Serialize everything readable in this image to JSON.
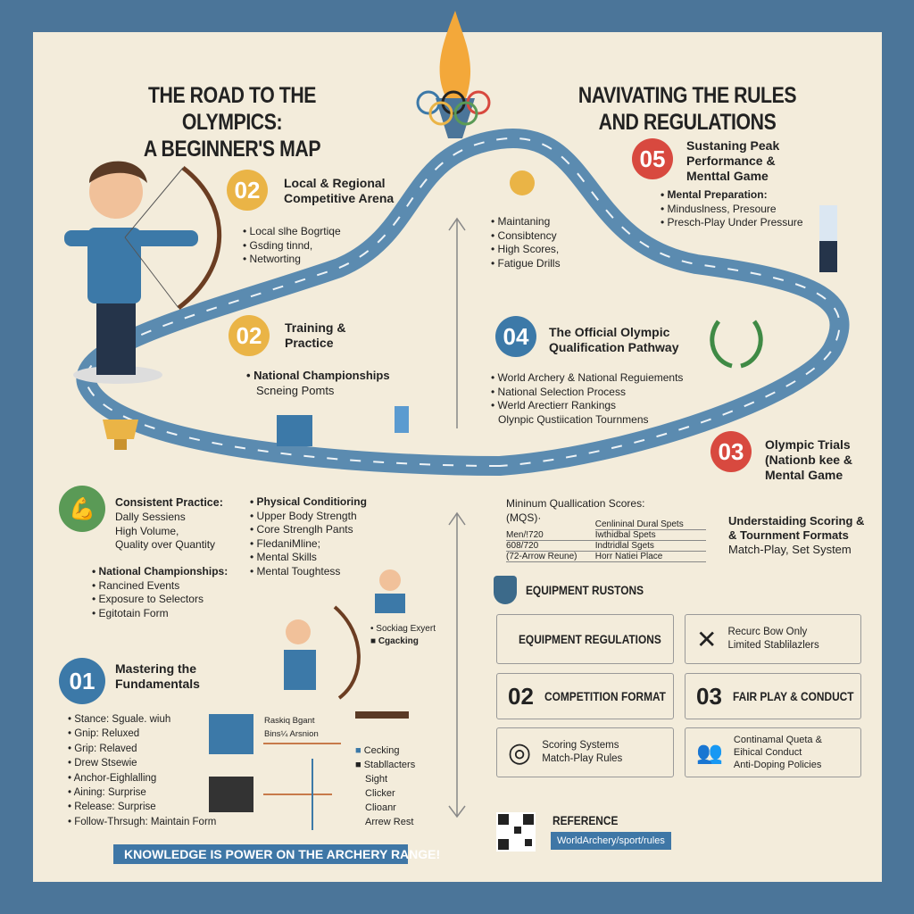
{
  "header": {
    "left_title_1": "THE ROAD TO THE OLYMPICS:",
    "left_title_2": "A BEGINNER'S MAP",
    "right_title_1": "NAVIVATING THE RULES",
    "right_title_2": "AND REGULATIONS"
  },
  "colors": {
    "frame": "#4b7599",
    "paper": "#f3ecdb",
    "road": "#5b8bb0",
    "yellow": "#eab446",
    "blue": "#3c79a8",
    "red": "#d8493f",
    "green": "#5a9a56"
  },
  "steps": {
    "local": {
      "num": "02",
      "title_1": "Local & Regional",
      "title_2": "Competitive Arena",
      "items": [
        "Local slhe Bogrtiqe",
        "Gsding tinnd,",
        "Networting"
      ]
    },
    "training": {
      "num": "02",
      "title_1": "Training &",
      "title_2": "Practice",
      "items_1": "National Championships",
      "items_2": "Scneing Pomts"
    },
    "maintain": {
      "items": [
        "Maintaning",
        "Consibtency",
        "High Scores,",
        "Fatigue Drills"
      ]
    },
    "official": {
      "num": "04",
      "title_1": "The Official Olympic",
      "title_2": "Qualification Pathway",
      "items": [
        "World Archery & National Reguiements",
        "National Selection Process",
        "Werld Arectierr Rankings"
      ],
      "extra": "Olynpic Qustiication Tournmens"
    },
    "peak": {
      "num": "05",
      "title_1": "Sustaning Peak",
      "title_2": "Performance &",
      "title_3": "Menttal Game",
      "items": [
        "Mental Preparation:",
        "Minduslness, Presoure",
        "Presch-Play Under Pressure"
      ]
    },
    "trials": {
      "num": "03",
      "title_1": "Olympic Trials",
      "title_2": "(Nationb kee &",
      "title_3": "Mental Game"
    },
    "fundamentals": {
      "num": "01",
      "title_1": "Mastering the",
      "title_2": "Fundamentals",
      "items": [
        "Stance: Sguale. wiuh",
        "Gnip: Reluxed",
        "Grip: Relaved",
        "Drew Stsewie",
        "Anchor-Eighlalling",
        "Aining: Surprise",
        "Release: Surprise",
        "Follow-Thrsugh: Maintain Form"
      ]
    }
  },
  "practice": {
    "title": "Consistent Practice:",
    "lines": [
      "Dally Sessiens",
      "High Volume,",
      "Quality over Quantity"
    ]
  },
  "national": {
    "title": "National Championships:",
    "items": [
      "Rancined Events",
      "Exposure to Selectors",
      "Egitotain Form"
    ]
  },
  "physical": {
    "title": "Physical Conditioring",
    "items": [
      "Upper Body Strength",
      "Core Strenglh Pants",
      "FledaniMline;",
      "Mental Skills",
      "Mental Toughtess"
    ]
  },
  "coach": {
    "line_1": "• Sockiag Exyert",
    "line_2": "Cgacking"
  },
  "equipment_labels": {
    "label_1": "Raskiq Bgant",
    "label_2": "Bins¼ Arsnion",
    "parts": [
      "Cecking",
      "Stabllacters",
      "Sight",
      "Clicker",
      "Clioanr",
      "Arrew Rest"
    ]
  },
  "banner": "KNOWLEDGE IS POWER ON THE ARCHERY RANGE!",
  "mqs": {
    "title_1": "Mininum Quallication Scores:",
    "title_2": "(MQS)·",
    "header": "Cenlininal Dural Spets",
    "rows": [
      [
        "Men/!720",
        "Iwthidbal Spets"
      ],
      [
        "608/720",
        "Indtridlal Sgets"
      ],
      [
        "(72-Arrow Reune)",
        "Horr Natiei Place"
      ]
    ]
  },
  "scoring": {
    "line_1": "Understaiding Scoring &",
    "line_2": "& Tournment Formats",
    "line_3": "Match-Play, Set System"
  },
  "equipment_heading": "EQUIPMENT RUSTONS",
  "rules": [
    {
      "label": "EQUIPMENT REGULATIONS",
      "icon": "shield-icon"
    },
    {
      "label_1": "Recurc Bow Only",
      "label_2": "Limited Stablilazlers",
      "icon": "bow-arrow-icon"
    },
    {
      "num": "02",
      "label": "COMPETITION FORMAT"
    },
    {
      "num": "03",
      "label": "FAIR PLAY & CONDUCT"
    },
    {
      "label_1": "Scoring Systems",
      "label_2": "Match-Play Rules",
      "icon": "target-icon"
    },
    {
      "label_1": "Continamal Queta &",
      "label_2": "Eihical Conduct",
      "label_3": "Anti-Doping Policies",
      "icon": "people-icon"
    }
  ],
  "reference": {
    "title": "REFERENCE",
    "link": "WorldArchery/sport/rules"
  }
}
